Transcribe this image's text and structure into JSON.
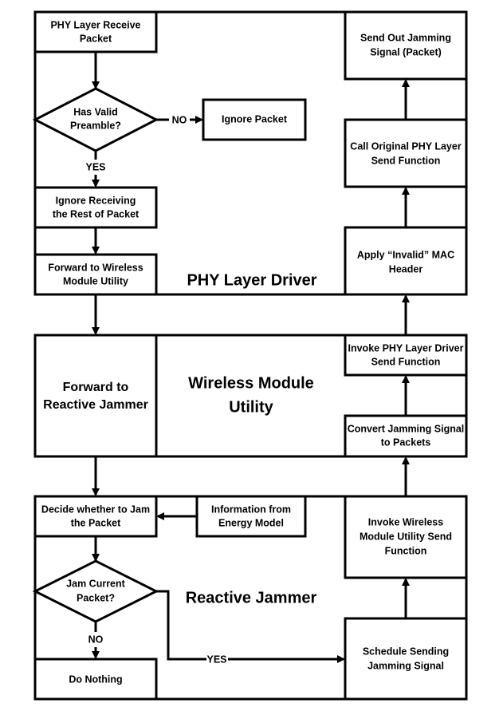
{
  "sections": {
    "phy": "PHY Layer Driver",
    "wmu": [
      "Wireless Module",
      "Utility"
    ],
    "jammer": "Reactive Jammer"
  },
  "nodes": {
    "phy_receive": [
      "PHY Layer Receive",
      "Packet"
    ],
    "valid_preamble": [
      "Has Valid",
      "Preamble?"
    ],
    "ignore_packet": "Ignore Packet",
    "ignore_rest": [
      "Ignore Receiving",
      "the Rest of Packet"
    ],
    "forward_wmu": [
      "Forward to Wireless",
      "Module Utility"
    ],
    "send_jamming": [
      "Send Out Jamming",
      "Signal (Packet)"
    ],
    "call_phy_send": [
      "Call Original PHY Layer",
      "Send Function"
    ],
    "apply_mac": [
      "Apply “Invalid” MAC",
      "Header"
    ],
    "forward_jammer": [
      "Forward to",
      "Reactive Jammer"
    ],
    "invoke_phy": [
      "Invoke PHY Layer Driver",
      "Send Function"
    ],
    "convert_jam": [
      "Convert Jamming Signal",
      "to Packets"
    ],
    "decide_jam": [
      "Decide whether to Jam",
      "the Packet"
    ],
    "energy_info": [
      "Information from",
      "Energy Model"
    ],
    "invoke_wmu": [
      "Invoke Wireless",
      "Module Utility Send",
      "Function"
    ],
    "jam_current": [
      "Jam Current",
      "Packet?"
    ],
    "do_nothing": "Do Nothing",
    "schedule": [
      "Schedule Sending",
      "Jamming Signal"
    ]
  },
  "edge_labels": {
    "no1": "NO",
    "yes1": "YES",
    "no2": "NO",
    "yes2": "YES"
  }
}
